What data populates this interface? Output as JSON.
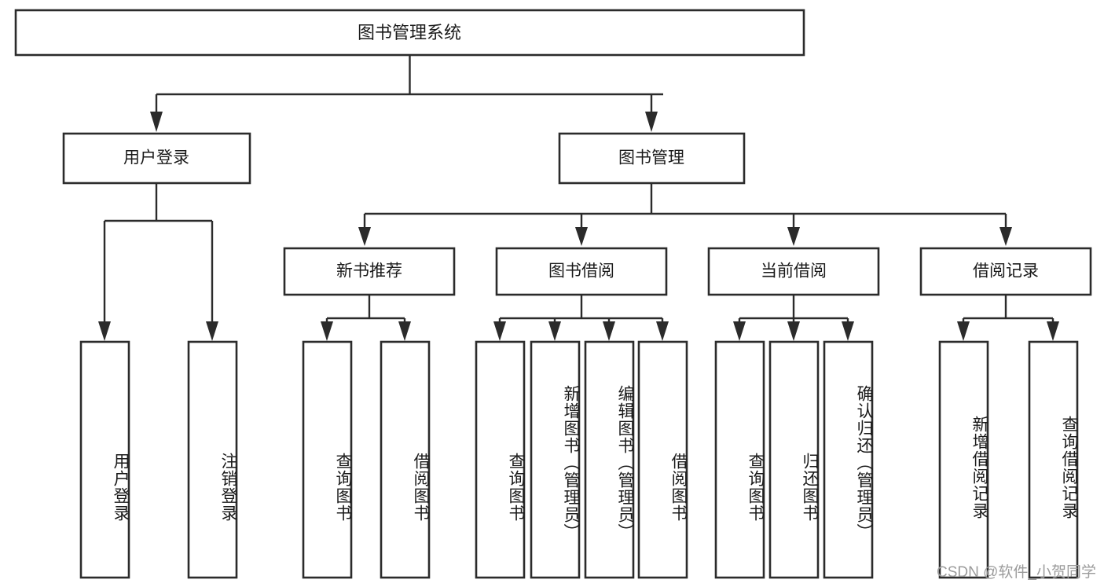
{
  "diagram": {
    "title_node": {
      "label": "图书管理系统"
    },
    "level2": [
      {
        "id": "user-login",
        "label": "用户登录"
      },
      {
        "id": "book-management",
        "label": "图书管理"
      }
    ],
    "level3": [
      {
        "id": "new-book-recommend",
        "label": "新书推荐"
      },
      {
        "id": "book-borrow",
        "label": "图书借阅"
      },
      {
        "id": "current-borrow",
        "label": "当前借阅"
      },
      {
        "id": "borrow-record",
        "label": "借阅记录"
      }
    ],
    "leaves": {
      "user_login": [
        {
          "id": "leaf-user-login",
          "label": "用户登录"
        },
        {
          "id": "leaf-logout-login",
          "label": "注销登录"
        }
      ],
      "new_book_recommend": [
        {
          "id": "leaf-query-book-1",
          "label": "查询图书"
        },
        {
          "id": "leaf-borrow-book-1",
          "label": "借阅图书"
        }
      ],
      "book_borrow": [
        {
          "id": "leaf-query-book-2",
          "label": "查询图书"
        },
        {
          "id": "leaf-add-book",
          "label": "新增图书（管理员）"
        },
        {
          "id": "leaf-edit-book",
          "label": "编辑图书（管理员）"
        },
        {
          "id": "leaf-borrow-book-2",
          "label": "借阅图书"
        }
      ],
      "current_borrow": [
        {
          "id": "leaf-query-book-3",
          "label": "查询图书"
        },
        {
          "id": "leaf-return-book",
          "label": "归还图书"
        },
        {
          "id": "leaf-confirm-return",
          "label": "确认归还（管理员）"
        }
      ],
      "borrow_record": [
        {
          "id": "leaf-add-record",
          "label": "新增借阅记录"
        },
        {
          "id": "leaf-query-record",
          "label": "查询借阅记录"
        }
      ]
    },
    "colors": {
      "stroke": "#2b2b2b",
      "fill": "#ffffff",
      "text": "#1a1a1a",
      "watermark": "#9b9b9b"
    }
  },
  "watermark": {
    "text": "CSDN @软件_小贺同学"
  }
}
